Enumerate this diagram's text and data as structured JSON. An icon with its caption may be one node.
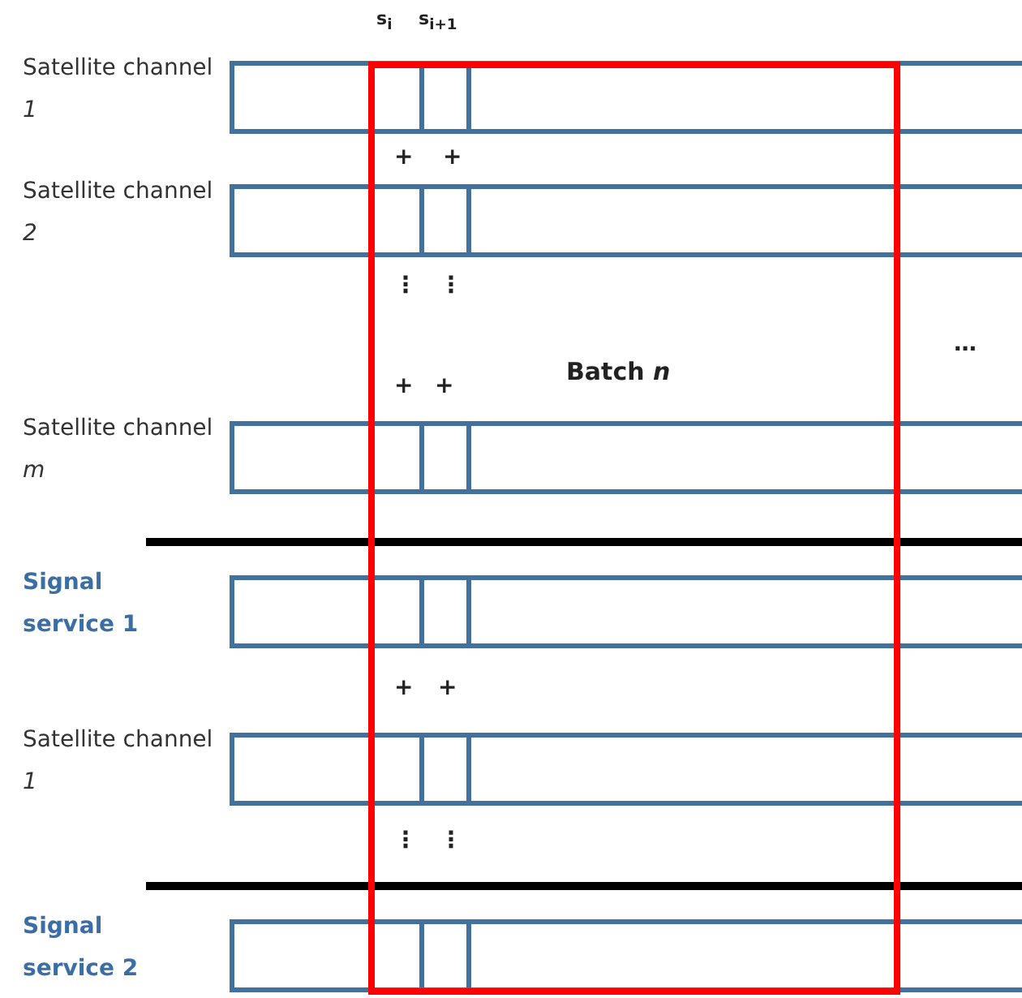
{
  "diagram": {
    "nodes": [
      {
        "text": [
          "Satellite channel *1*"
        ]
      },
      {
        "text": [
          "Satellite channel *2*"
        ]
      },
      {
        "text": [
          "Satellite channel *m*"
        ]
      },
      {
        "text": [
          "Signal service 1"
        ]
      },
      {
        "text": [
          "Satellite channel *1*"
        ]
      },
      {
        "text": [
          "Signal service 2"
        ]
      },
      {
        "text": [
          "Batch *n*"
        ]
      }
    ],
    "labels": [
      "s$_{i}$",
      "s$_{i+1}$",
      "+",
      "+",
      "⋮",
      "⋮",
      "…",
      "+",
      "+",
      "+",
      "+",
      "⋮",
      "⋮"
    ]
  }
}
